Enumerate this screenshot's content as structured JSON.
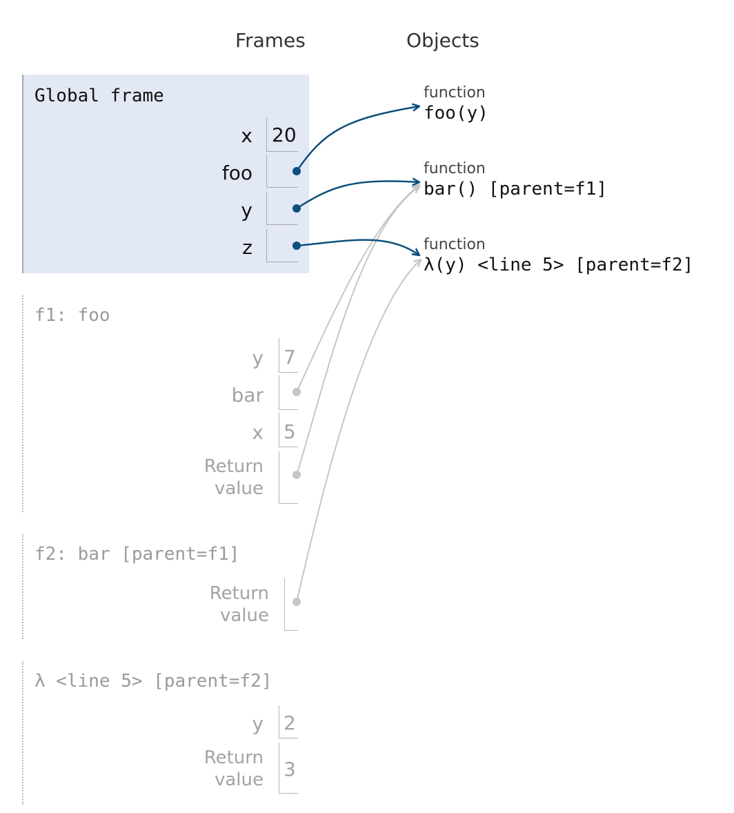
{
  "headers": {
    "frames": "Frames",
    "objects": "Objects"
  },
  "global_frame": {
    "title": "Global frame",
    "vars": [
      {
        "name": "x",
        "value": "20"
      },
      {
        "name": "foo",
        "value": ""
      },
      {
        "name": "y",
        "value": ""
      },
      {
        "name": "z",
        "value": ""
      }
    ]
  },
  "frames": [
    {
      "title": "f1: foo",
      "vars": [
        {
          "name": "y",
          "value": "7"
        },
        {
          "name": "bar",
          "value": ""
        },
        {
          "name": "x",
          "value": "5"
        },
        {
          "name": "Return value",
          "name_line1": "Return",
          "name_line2": "value",
          "value": ""
        }
      ]
    },
    {
      "title": "f2: bar [parent=f1]",
      "vars": [
        {
          "name": "Return value",
          "name_line1": "Return",
          "name_line2": "value",
          "value": ""
        }
      ]
    },
    {
      "title": "λ <line 5> [parent=f2]",
      "vars": [
        {
          "name": "y",
          "value": "2"
        },
        {
          "name": "Return value",
          "name_line1": "Return",
          "name_line2": "value",
          "value": "3"
        }
      ]
    }
  ],
  "objects": [
    {
      "type": "function",
      "name": "foo(y)"
    },
    {
      "type": "function",
      "name": "bar() [parent=f1]"
    },
    {
      "type": "function",
      "name": "λ(y) <line 5> [parent=f2]"
    }
  ],
  "colors": {
    "active_pointer": "#0b4f7d",
    "inactive_pointer": "#c6c6c6",
    "global_frame_bg": "#e2e8f4"
  },
  "pointers": [
    {
      "from": "global.foo",
      "to": "objects.0"
    },
    {
      "from": "global.y",
      "to": "objects.1"
    },
    {
      "from": "global.z",
      "to": "objects.2"
    },
    {
      "from": "f1.bar",
      "to": "objects.1"
    },
    {
      "from": "f1.return_value",
      "to": "objects.1"
    },
    {
      "from": "f2.return_value",
      "to": "objects.2"
    }
  ]
}
